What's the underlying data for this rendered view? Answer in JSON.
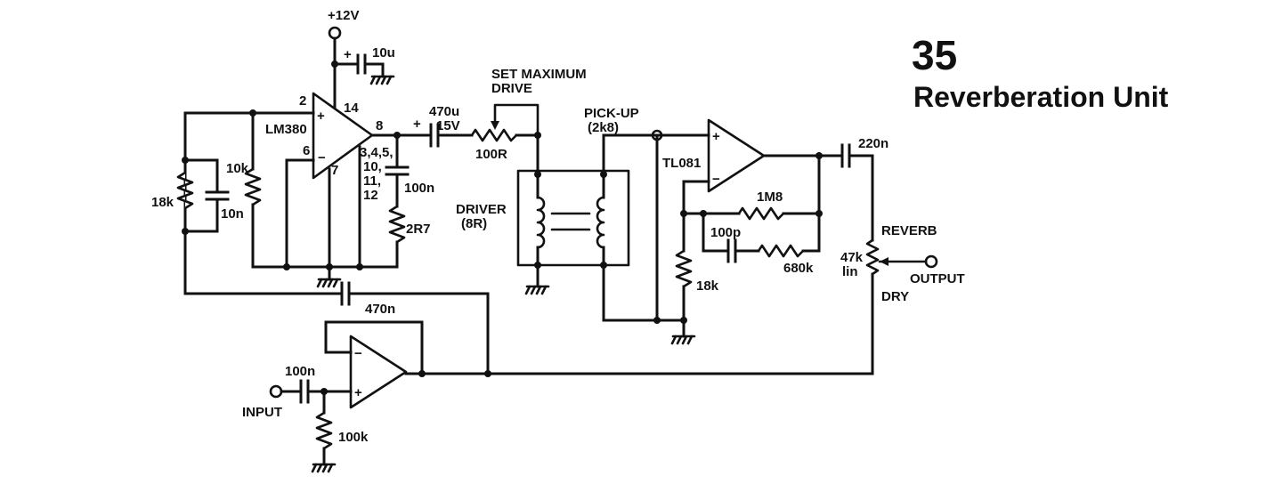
{
  "title": {
    "number": "35",
    "name": "Reverberation Unit"
  },
  "labels": {
    "supply": "+12V",
    "c_supply": "10u",
    "plus_supply_cap": "+",
    "amp_chip": "LM380",
    "pin2": "2",
    "pin14": "14",
    "pin6": "6",
    "pin7": "7",
    "pin8": "8",
    "pins_gnd_1": "3,4,5,",
    "pins_gnd_2": "10,",
    "pins_gnd_3": "11,",
    "pins_gnd_4": "12",
    "amp_plus": "+",
    "amp_minus": "−",
    "c_out_val": "470u",
    "c_out_v": "15V",
    "plus_out_cap": "+",
    "set_drive_1": "SET MAXIMUM",
    "set_drive_2": "DRIVE",
    "pot_drive": "100R",
    "c_zobel": "100n",
    "r_zobel": "2R7",
    "r_fb_10k": "10k",
    "r_fb_18k": "18k",
    "c_fb_10n": "10n",
    "c_feedback": "470n",
    "driver_1": "DRIVER",
    "driver_2": "(8R)",
    "pickup_1": "PICK-UP",
    "pickup_2": "(2k8)",
    "op_chip": "TL081",
    "op_plus": "+",
    "op_minus": "−",
    "r_1m8": "1M8",
    "c_100p": "100p",
    "r_680k": "680k",
    "r_18k_b": "18k",
    "c_220n": "220n",
    "reverb": "REVERB",
    "pot_mix_1": "47k",
    "pot_mix_2": "lin",
    "dry": "DRY",
    "output": "OUTPUT",
    "c_in": "100n",
    "input": "INPUT",
    "r_in": "100k",
    "buf_minus": "−",
    "buf_plus": "+"
  },
  "colors": {
    "ink": "#111111",
    "paper": "#ffffff"
  }
}
